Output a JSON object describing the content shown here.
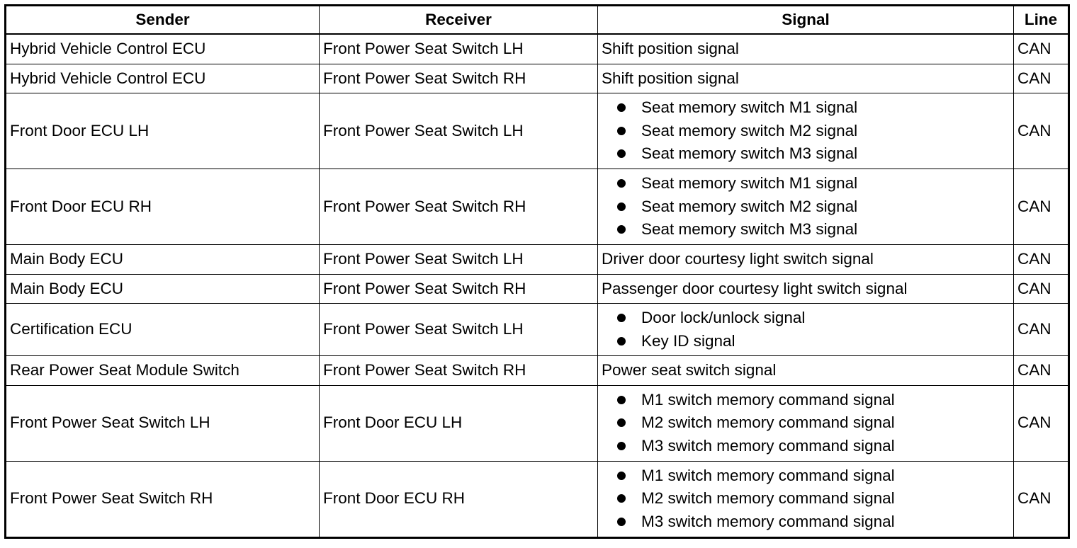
{
  "header": {
    "sender": "Sender",
    "receiver": "Receiver",
    "signal": "Signal",
    "line": "Line"
  },
  "rows": [
    {
      "sender": "Hybrid Vehicle Control ECU",
      "receiver": "Front Power Seat Switch LH",
      "signal": "Shift position signal",
      "line": "CAN"
    },
    {
      "sender": "Hybrid Vehicle Control ECU",
      "receiver": "Front Power Seat Switch RH",
      "signal": "Shift position signal",
      "line": "CAN"
    },
    {
      "sender": "Front Door ECU LH",
      "receiver": "Front Power Seat Switch LH",
      "signals": [
        "Seat memory switch M1 signal",
        "Seat memory switch M2 signal",
        "Seat memory switch M3 signal"
      ],
      "line": "CAN"
    },
    {
      "sender": "Front Door ECU RH",
      "receiver": "Front Power Seat Switch RH",
      "signals": [
        "Seat memory switch M1 signal",
        "Seat memory switch M2 signal",
        "Seat memory switch M3 signal"
      ],
      "line": "CAN"
    },
    {
      "sender": "Main Body ECU",
      "receiver": "Front Power Seat Switch LH",
      "signal": "Driver door courtesy light switch signal",
      "line": "CAN"
    },
    {
      "sender": "Main Body ECU",
      "receiver": "Front Power Seat Switch RH",
      "signal": "Passenger door courtesy light switch signal",
      "line": "CAN"
    },
    {
      "sender": "Certification ECU",
      "receiver": "Front Power Seat Switch LH",
      "signals": [
        "Door lock/unlock signal",
        "Key ID signal"
      ],
      "line": "CAN"
    },
    {
      "sender": "Rear Power Seat Module Switch",
      "receiver": "Front Power Seat Switch RH",
      "signal": "Power seat switch signal",
      "line": "CAN"
    },
    {
      "sender": "Front Power Seat Switch LH",
      "receiver": "Front Door ECU LH",
      "signals": [
        "M1 switch memory command signal",
        "M2 switch memory command signal",
        "M3 switch memory command signal"
      ],
      "line": "CAN"
    },
    {
      "sender": "Front Power Seat Switch RH",
      "receiver": "Front Door ECU RH",
      "signals": [
        "M1 switch memory command signal",
        "M2 switch memory command signal",
        "M3 switch memory command signal"
      ],
      "line": "CAN"
    }
  ]
}
